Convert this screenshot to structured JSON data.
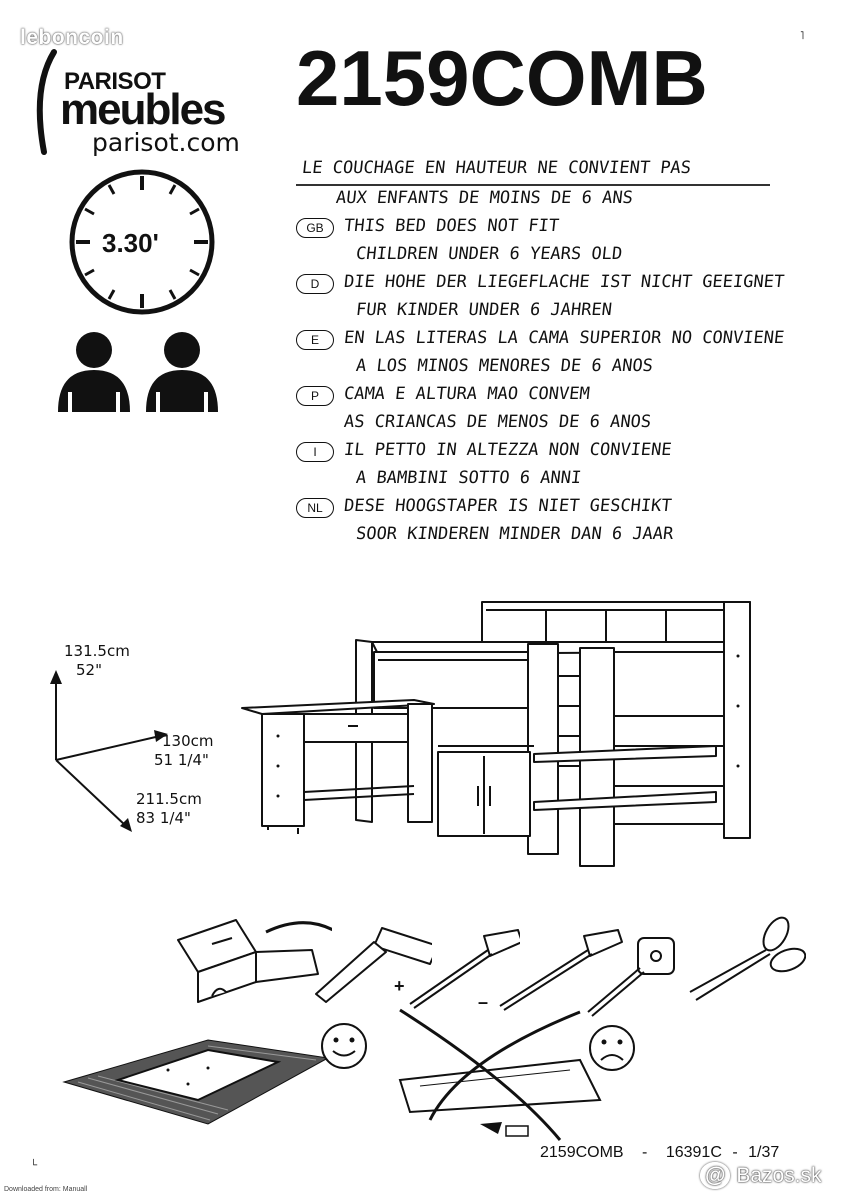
{
  "watermark_top": "leboncoin",
  "watermark_bottom": "Bazos.sk",
  "brand": {
    "line1": "PARISOT",
    "line2": "meubles",
    "website": "parisot.com"
  },
  "model_number": "2159COMB",
  "assembly_time": "3.30'",
  "warnings": [
    {
      "code": "",
      "line1": "LE COUCHAGE EN HAUTEUR NE CONVIENT PAS",
      "line2": "AUX ENFANTS DE MOINS DE 6 ANS"
    },
    {
      "code": "GB",
      "line1": "THIS BED DOES NOT FIT",
      "line2": "CHILDREN UNDER 6 YEARS OLD"
    },
    {
      "code": "D",
      "line1": "DIE HOHE DER LIEGEFLACHE IST NICHT GEEIGNET",
      "line2": "FUR KINDER UNDER 6 JAHREN"
    },
    {
      "code": "E",
      "line1": "EN LAS LITERAS LA CAMA SUPERIOR NO CONVIENE",
      "line2": "A LOS MINOS MENORES DE 6 ANOS"
    },
    {
      "code": "P",
      "line1": "CAMA E ALTURA MAO CONVEM",
      "line2": "AS CRIANCAS DE MENOS DE 6 ANOS"
    },
    {
      "code": "I",
      "line1": "IL PETTO IN ALTEZZA NON CONVIENE",
      "line2": "A BAMBINI SOTTO 6 ANNI"
    },
    {
      "code": "NL",
      "line1": "DESE HOOGSTAPER IS NIET GESCHIKT",
      "line2": "SOOR KINDEREN MINDER DAN 6 JAAR"
    }
  ],
  "dimensions": {
    "height_cm": "131.5cm",
    "height_in": "52\"",
    "depth_cm": "130cm",
    "depth_in": "51 1/4\"",
    "width_cm": "211.5cm",
    "width_in": "83 1/4\""
  },
  "tool_signs": {
    "plus": "+",
    "minus": "–"
  },
  "footer": {
    "model": "2159COMB",
    "sep1": "-",
    "ref": "16391C",
    "sep2": "-",
    "page": "1/37"
  },
  "downloaded_from": "Downloaded from: Manuall"
}
